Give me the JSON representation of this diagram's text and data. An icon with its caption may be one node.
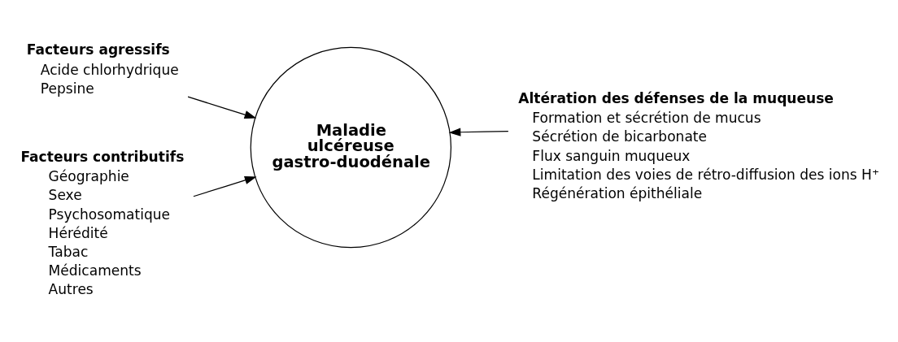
{
  "diagram": {
    "nodes": [
      {
        "text": [
          "Maladie ulcéreuse gastro-duodénale"
        ]
      },
      {
        "text": [
          "Facteurs agressifs",
          "Acide chlorhydrique",
          "Pepsine"
        ]
      },
      {
        "text": [
          "Facteurs contributifs",
          "Géographie",
          "Sexe",
          "Psychosomatique",
          "Hérédité",
          "Tabac",
          "Médicaments",
          "Autres"
        ]
      },
      {
        "text": [
          "Altération des défenses de la muqueuse",
          "Formation et sécrétion de mucus",
          "Sécrétion de bicarbonate",
          "Flux sanguin muqueux",
          "Limitation des voies de rétro-diffusion des ions H⁺",
          "Régénération épithéliale"
        ]
      }
    ],
    "edges": [
      {
        "from": 1,
        "to": 0,
        "arrow": "to"
      },
      {
        "from": 2,
        "to": 0,
        "arrow": "to"
      },
      {
        "from": 3,
        "to": 0,
        "arrow": "to"
      }
    ]
  }
}
